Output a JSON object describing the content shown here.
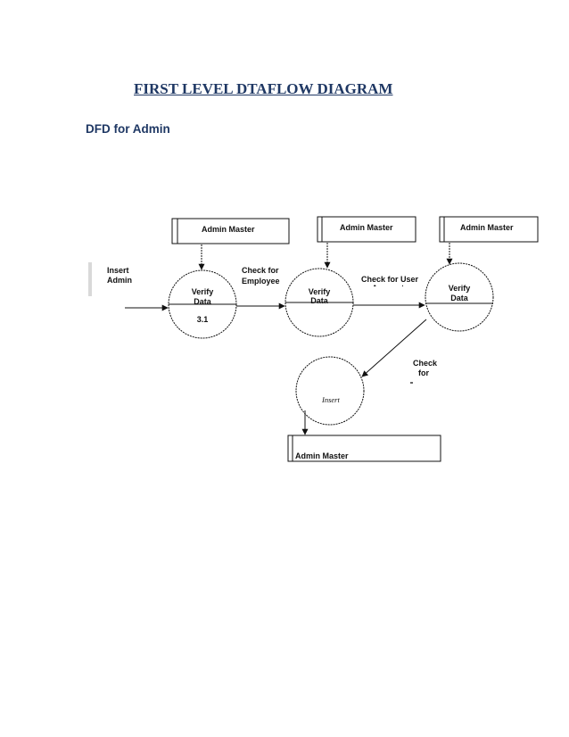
{
  "document": {
    "title": "FIRST LEVEL DTAFLOW DIAGRAM",
    "subtitle": "DFD for Admin"
  },
  "diagram": {
    "data_stores": [
      {
        "id": "store-1",
        "label": "Admin Master"
      },
      {
        "id": "store-2",
        "label": "Admin Master"
      },
      {
        "id": "store-3",
        "label": "Admin Master"
      },
      {
        "id": "store-4",
        "label": "Admin Master"
      }
    ],
    "processes": [
      {
        "id": "process-1",
        "line1": "Verify",
        "line2": "Data",
        "number": "3.1"
      },
      {
        "id": "process-2",
        "line1": "Verify",
        "line2": "Data"
      },
      {
        "id": "process-3",
        "line1": "Verify",
        "line2": "Data"
      },
      {
        "id": "process-4",
        "label": "Insert"
      }
    ],
    "flow_labels": {
      "input_line1": "Insert",
      "input_line2": "Admin",
      "check_employee_line1": "Check for",
      "check_employee_line2": "Employee",
      "check_user_line1": "Check for User",
      "check_user_line2": "Account",
      "check_line1": "Check",
      "check_line2": "for"
    }
  }
}
